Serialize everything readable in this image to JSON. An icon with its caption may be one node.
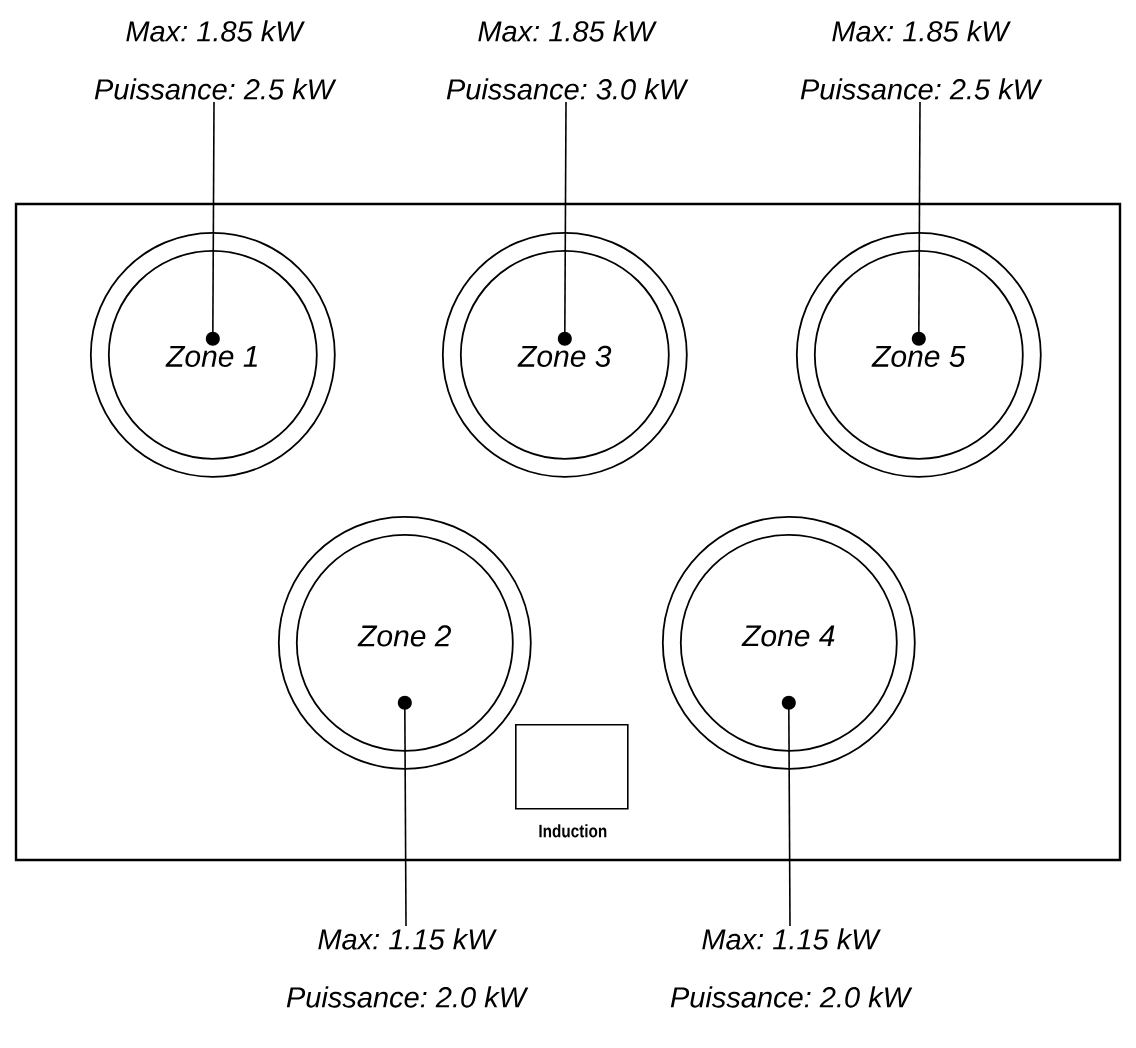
{
  "diagram": {
    "nodes": [
      {
        "text": [],
        "shape": "box"
      },
      {
        "text": [
          "Zone 1"
        ],
        "in": 0
      },
      {
        "text": [
          "Zone 3"
        ],
        "in": 0
      },
      {
        "text": [
          "Zone 5"
        ],
        "in": 0
      },
      {
        "text": [
          "Zone 2"
        ],
        "in": 0
      },
      {
        "text": [
          "Zone 4"
        ],
        "in": 0
      },
      {
        "text": [
          "Induction"
        ],
        "in": 0
      },
      {
        "text": [
          "Max: 1.85 kW",
          "Puissance: 2.5 kW"
        ]
      },
      {
        "text": [
          "Max: 1.85 kW",
          "Puissance: 3.0 kW"
        ]
      },
      {
        "text": [
          "Max: 1.85 kW",
          "Puissance: 2.5 kW"
        ]
      },
      {
        "text": [
          "Max: 1.15 kW",
          "Puissance: 2.0 kW"
        ]
      },
      {
        "text": [
          "Max: 1.15 kW",
          "Puissance: 2.0 kW"
        ]
      }
    ],
    "edges": [
      {
        "from": 7,
        "to": 1,
        "arrow": "other"
      },
      {
        "from": 8,
        "to": 2,
        "arrow": "other"
      },
      {
        "from": 9,
        "to": 3,
        "arrow": "other"
      },
      {
        "from": 10,
        "to": 4,
        "arrow": "other"
      },
      {
        "from": 11,
        "to": 5,
        "arrow": "other"
      }
    ]
  }
}
